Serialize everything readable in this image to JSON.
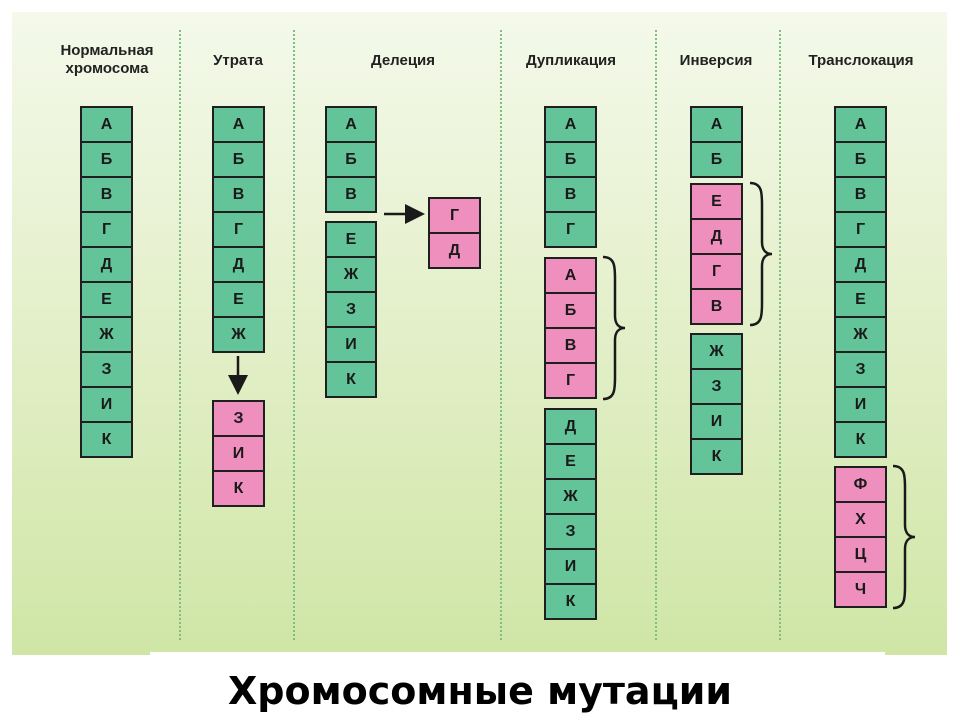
{
  "columns": [
    {
      "label": "Нормальная\nхромосома",
      "groups": [
        {
          "color": "green",
          "genes": [
            "А",
            "Б",
            "В",
            "Г",
            "Д",
            "Е",
            "Ж",
            "З",
            "И",
            "К"
          ]
        }
      ]
    },
    {
      "label": "Утрата",
      "groups": [
        {
          "color": "green",
          "genes": [
            "А",
            "Б",
            "В",
            "Г",
            "Д",
            "Е",
            "Ж"
          ]
        },
        {
          "color": "pink",
          "genes": [
            "З",
            "И",
            "К"
          ]
        }
      ]
    },
    {
      "label": "Делеция",
      "groups": [
        {
          "color": "green",
          "genes": [
            "А",
            "Б",
            "В"
          ]
        },
        {
          "color": "green",
          "genes": [
            "Е",
            "Ж",
            "З",
            "И",
            "К"
          ]
        },
        {
          "color": "pink",
          "genes": [
            "Г",
            "Д"
          ]
        }
      ]
    },
    {
      "label": "Дупликация",
      "groups": [
        {
          "color": "green",
          "genes": [
            "А",
            "Б",
            "В",
            "Г"
          ]
        },
        {
          "color": "pink",
          "genes": [
            "А",
            "Б",
            "В",
            "Г"
          ]
        },
        {
          "color": "green",
          "genes": [
            "Д",
            "Е",
            "Ж",
            "З",
            "И",
            "К"
          ]
        }
      ]
    },
    {
      "label": "Инверсия",
      "groups": [
        {
          "color": "green",
          "genes": [
            "А",
            "Б"
          ]
        },
        {
          "color": "pink",
          "genes": [
            "Е",
            "Д",
            "Г",
            "В"
          ]
        },
        {
          "color": "green",
          "genes": [
            "Ж",
            "З",
            "И",
            "К"
          ]
        }
      ]
    },
    {
      "label": "Транслокация",
      "groups": [
        {
          "color": "green",
          "genes": [
            "А",
            "Б",
            "В",
            "Г",
            "Д",
            "Е",
            "Ж",
            "З",
            "И",
            "К"
          ]
        },
        {
          "color": "pink",
          "genes": [
            "Ф",
            "Х",
            "Ц",
            "Ч"
          ]
        }
      ]
    }
  ],
  "caption": "Хромосомные  мутации",
  "colors": {
    "normal_segment": "#63c49a",
    "mutated_segment": "#ef8fbd",
    "divider": "#7fbf7f",
    "background": "#dcebbd"
  }
}
